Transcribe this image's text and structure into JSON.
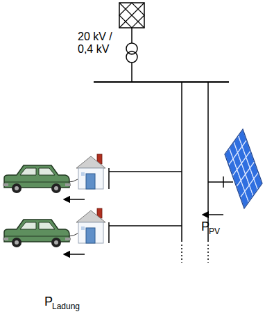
{
  "diagram": {
    "labels": [
      "20 kV / 0,4 kV",
      "P",
      "PV",
      "P",
      "Ladung"
    ]
  }
}
